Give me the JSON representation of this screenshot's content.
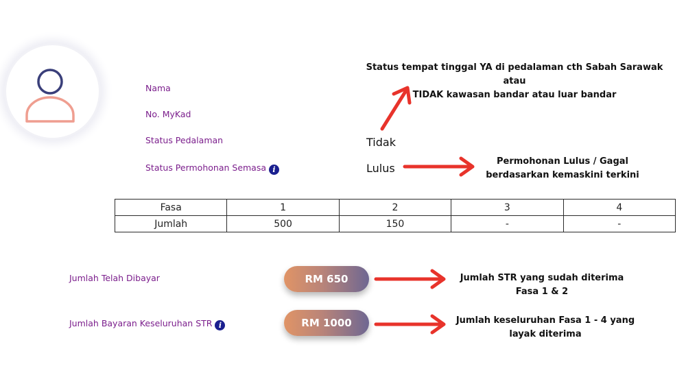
{
  "profile": {
    "labels": {
      "nama": "Nama",
      "mykad": "No. MyKad",
      "pedalaman": "Status Pedalaman",
      "permohonan": "Status Permohonan Semasa"
    },
    "values": {
      "pedalaman": "Tidak",
      "permohonan": "Lulus"
    }
  },
  "notes": {
    "pedalaman_line1": "Status tempat tinggal YA di pedalaman cth Sabah Sarawak atau",
    "pedalaman_line2": "TIDAK kawasan bandar atau luar bandar",
    "permohonan_line1": "Permohonan Lulus / Gagal",
    "permohonan_line2": "berdasarkan kemaskini terkini",
    "dibayar_line1": "Jumlah STR yang sudah diterima",
    "dibayar_line2": "Fasa 1 & 2",
    "keseluruhan_line1": "Jumlah keseluruhan Fasa 1 - 4 yang",
    "keseluruhan_line2": "layak diterima"
  },
  "table": {
    "row1": [
      "Fasa",
      "1",
      "2",
      "3",
      "4"
    ],
    "row2": [
      "Jumlah",
      "500",
      "150",
      "-",
      "-"
    ]
  },
  "payments": {
    "dibayar_label": "Jumlah Telah Dibayar",
    "dibayar_value": "RM 650",
    "keseluruhan_label": "Jumlah Bayaran Keseluruhan STR",
    "keseluruhan_value": "RM 1000"
  },
  "icons": {
    "info": "i",
    "avatar": "user-avatar-icon",
    "arrow": "red-arrow-icon"
  },
  "colors": {
    "label": "#7b1e8c",
    "info_icon": "#1a1f8f",
    "arrow": "#e8332b",
    "avatar_head": "#3a3f7a",
    "avatar_body": "#ef9e90"
  }
}
